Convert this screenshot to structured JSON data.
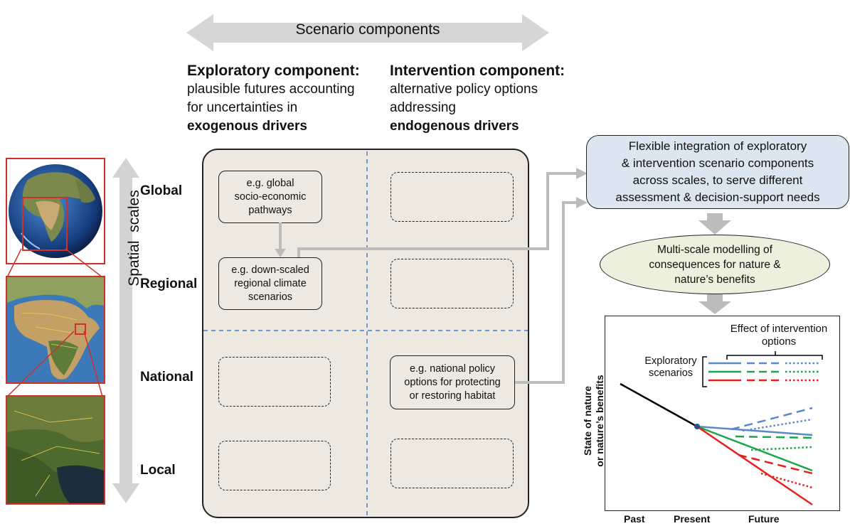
{
  "header": {
    "scenario_components": "Scenario components"
  },
  "exploratory": {
    "title": "Exploratory component:",
    "line1": "plausible futures accounting",
    "line2": "for uncertainties in",
    "line3": "exogenous drivers"
  },
  "intervention": {
    "title": "Intervention component:",
    "line1": "alternative policy options",
    "line2": "addressing",
    "line3": "endogenous drivers"
  },
  "scales": {
    "axis_label": "Spatial  scales",
    "global": "Global",
    "regional": "Regional",
    "national": "National",
    "local": "Local"
  },
  "boxes": {
    "global_exploratory": [
      "e.g. global",
      "socio-economic",
      "pathways"
    ],
    "regional_exploratory": [
      "e.g. down-scaled",
      "regional climate",
      "scenarios"
    ],
    "national_intervention": [
      "e.g. national policy",
      "options for protecting",
      "or restoring habitat"
    ]
  },
  "integration": [
    "Flexible integration of exploratory",
    "& intervention scenario components",
    "across scales, to serve different",
    "assessment & decision-support needs"
  ],
  "modelling": [
    "Multi-scale modelling of",
    "consequences for nature &",
    "nature’s benefits"
  ],
  "chart_data": {
    "type": "line",
    "ylabel": "State of nature\nor nature’s benefits",
    "x_tick_labels": [
      "Past",
      "Present",
      "Future"
    ],
    "legend_title": "Exploratory scenarios",
    "intervention_label": "Effect of intervention options",
    "series_colors": {
      "blue": "#5b88c6",
      "green": "#1aa64a",
      "red": "#e8201c",
      "past": "#000000"
    }
  },
  "colors": {
    "panel_fill": "#ede9e1",
    "integration_fill": "#dbe6f1",
    "modelling_fill": "#ecf0dc",
    "arrow_grey": "#bcbcbc",
    "divider_blue": "#4a7ec9",
    "map_border": "#d0302a"
  }
}
